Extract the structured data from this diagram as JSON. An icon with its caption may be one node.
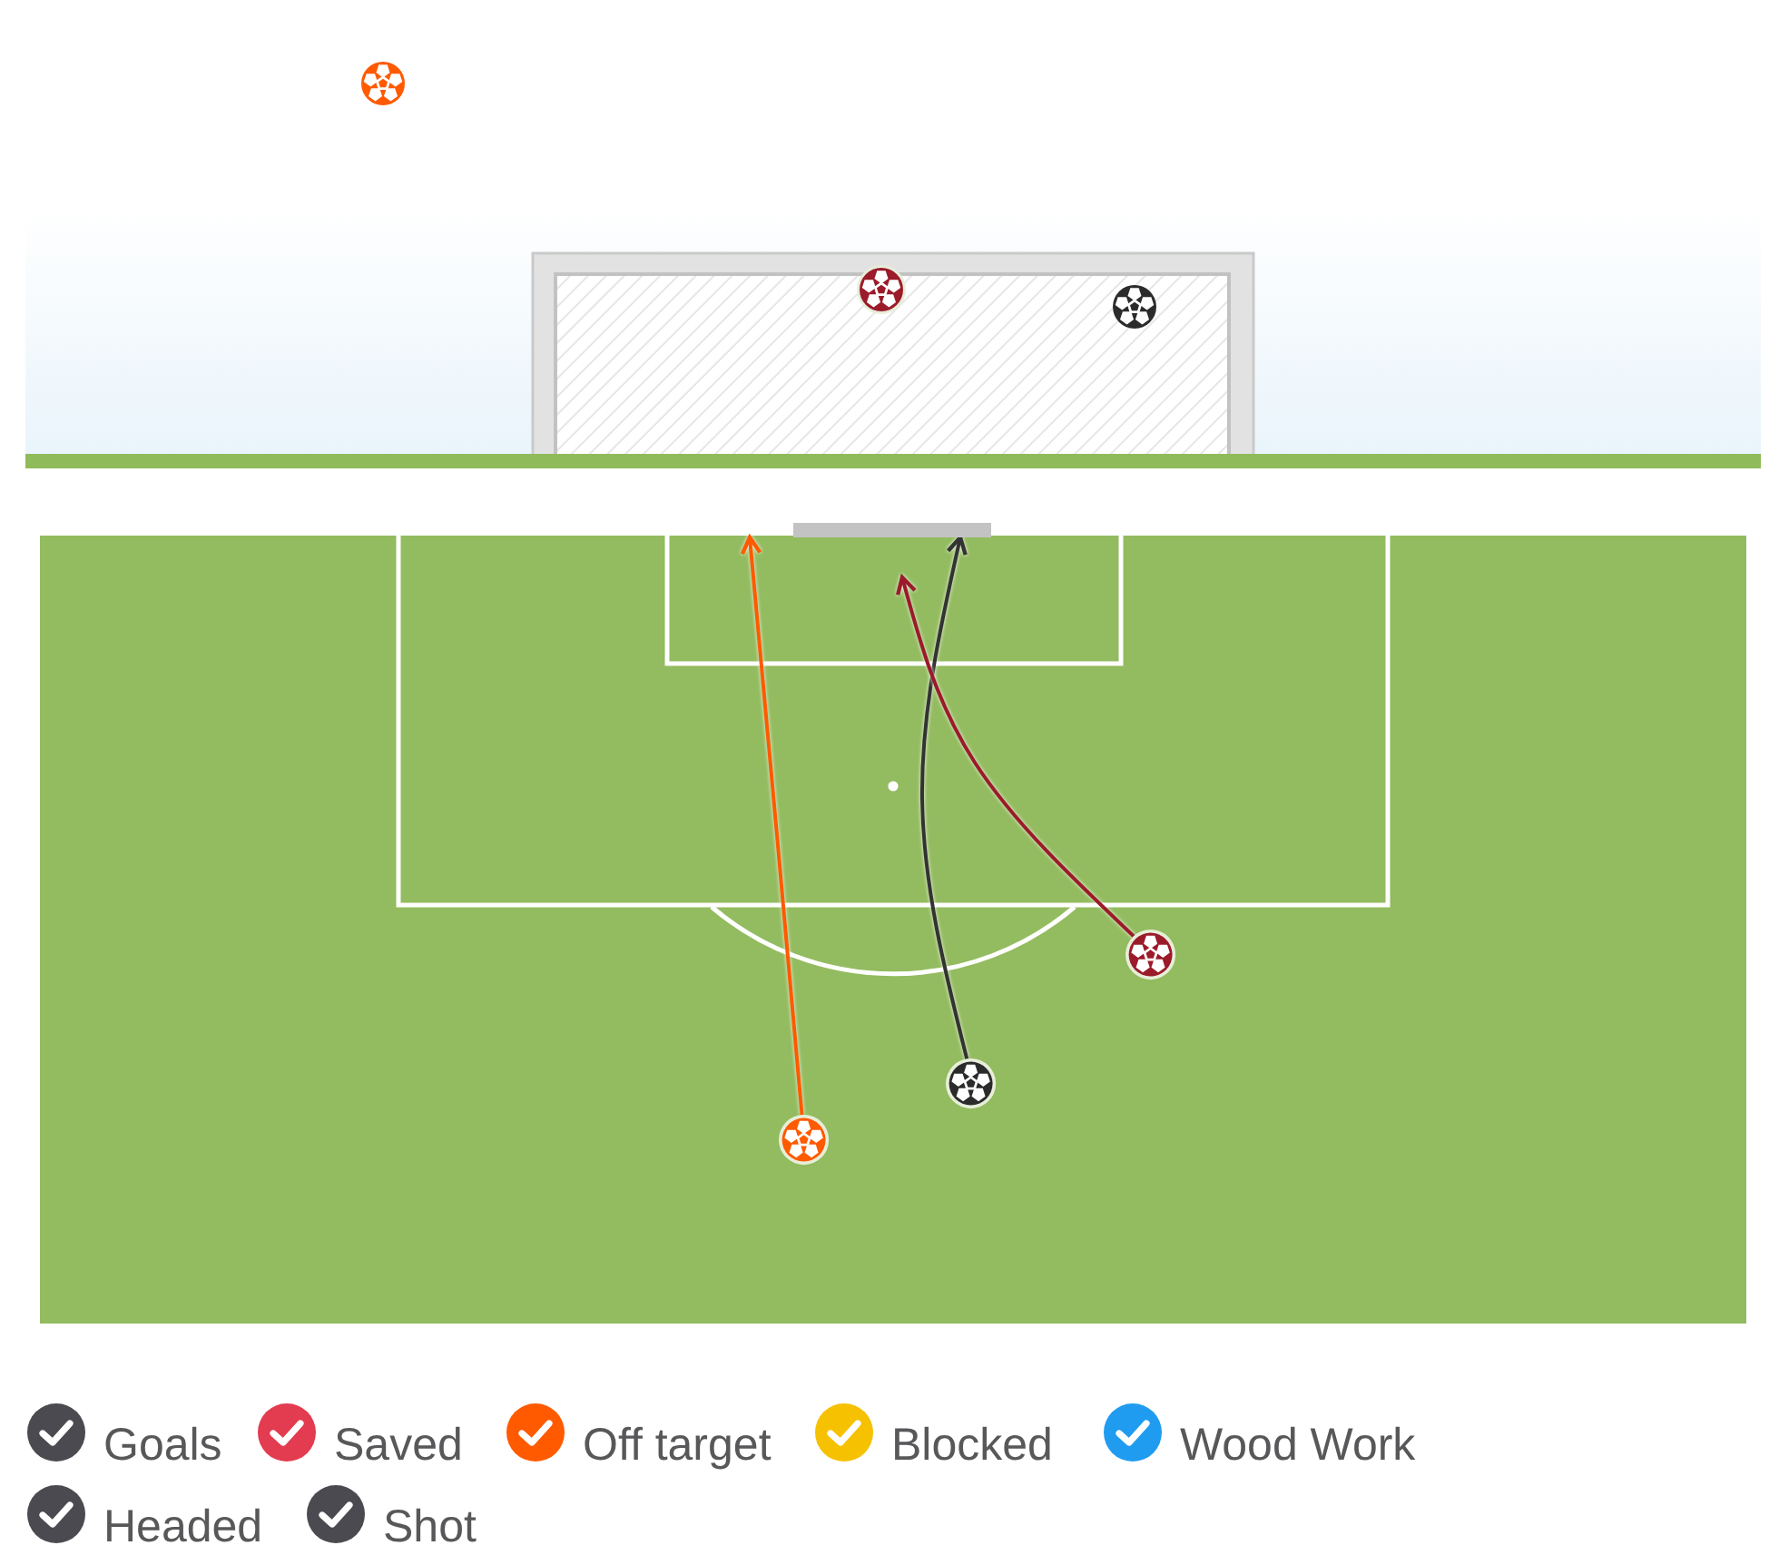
{
  "diagram": {
    "nodes": [
      {
        "text": [],
        "shape": "circle"
      },
      {
        "text": [],
        "shape": "circle"
      },
      {
        "text": [],
        "shape": "circle"
      },
      {
        "text": [],
        "shape": "bar"
      },
      {
        "text": [],
        "shape": "circle"
      },
      {
        "text": [],
        "shape": "circle"
      },
      {
        "text": [],
        "shape": "circle"
      }
    ],
    "edges": [
      {
        "from": 6,
        "to": 3,
        "arrow": "to",
        "color": "#ff5a00"
      },
      {
        "from": 5,
        "to": 3,
        "arrow": "to",
        "color": "#333333"
      },
      {
        "from": 4,
        "to": 3,
        "arrow": "to",
        "color": "#9b1b2a"
      }
    ],
    "legend": [
      {
        "text": "Goals",
        "color": "#4a4a50"
      },
      {
        "text": "Saved",
        "color": "#e33b4f"
      },
      {
        "text": "Off target",
        "color": "#ff5a00"
      },
      {
        "text": "Blocked",
        "color": "#f6c100"
      },
      {
        "text": "Wood Work",
        "color": "#1f9cf0"
      },
      {
        "text": "Headed",
        "color": "#4a4a50"
      },
      {
        "text": "Shot",
        "color": "#4a4a50"
      }
    ]
  }
}
